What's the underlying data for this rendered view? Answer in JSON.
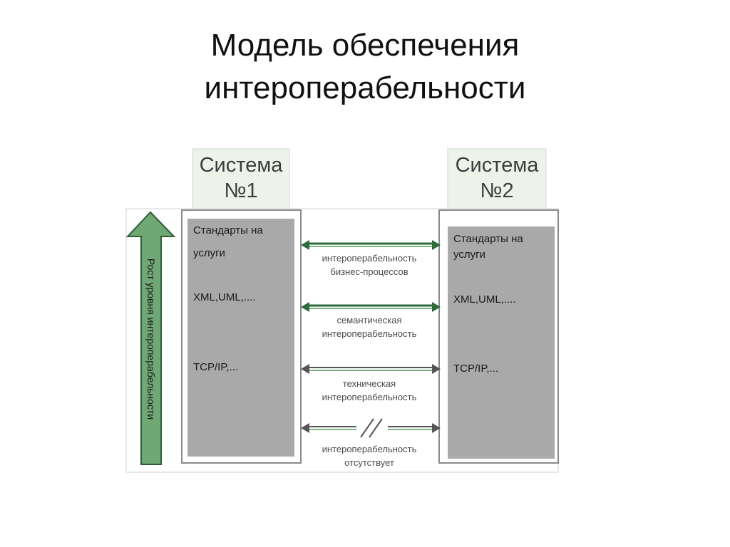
{
  "title": {
    "line1": "Модель обеспечения",
    "line2": "интероперабельности"
  },
  "vertical_label": "Рост уровня интероперабельности",
  "system1": {
    "name_line1": "Система",
    "name_line2": "№1",
    "services": "Стандарты на",
    "services2": "услуги",
    "xml": "XML,UML,....",
    "tcp": "TCP/IP,..."
  },
  "system2": {
    "name_line1": "Система",
    "name_line2": "№2",
    "services": "Стандарты на",
    "services2": "услуги",
    "xml": "XML,UML,....",
    "tcp": "TCP/IP,..."
  },
  "levels": [
    {
      "line1": "интероперабельность",
      "line2": "бизнес-процессов"
    },
    {
      "line1": "семантическая",
      "line2": "интероперабельность"
    },
    {
      "line1": "техническая",
      "line2": "интероперабельность"
    },
    {
      "line1": "интероперабельность",
      "line2": "отсутствует"
    }
  ],
  "colors": {
    "arrow_green": "#6fa775",
    "arrow_dark": "#2f6b3a",
    "panel_gray": "#a9a9a9",
    "label_bg": "#eef3ea"
  }
}
